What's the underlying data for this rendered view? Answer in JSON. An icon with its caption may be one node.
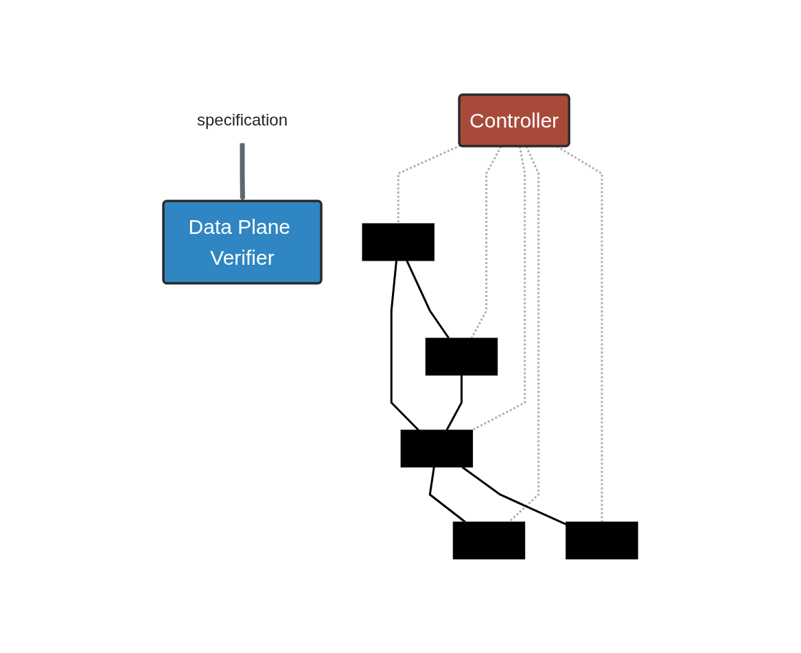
{
  "diagram": {
    "nodes": [
      {
        "text": [
          "Controller"
        ]
      },
      {
        "text": [
          "Data Plane Verifier"
        ]
      },
      {
        "text": [
          "specification"
        ]
      },
      {
        "text": [],
        "shape": "box"
      },
      {
        "text": [],
        "shape": "box"
      },
      {
        "text": [],
        "shape": "box"
      },
      {
        "text": [],
        "shape": "box"
      },
      {
        "text": [],
        "shape": "box"
      }
    ],
    "edges": [
      {
        "from": 2,
        "to": 1,
        "arrow": "to",
        "style": "thick",
        "color": "#5f6670"
      },
      {
        "from": 0,
        "to": 3,
        "arrow": "none",
        "style": "dashed",
        "color": "#b0b0b0"
      },
      {
        "from": 0,
        "to": 4,
        "arrow": "none",
        "style": "dashed",
        "color": "#b0b0b0"
      },
      {
        "from": 0,
        "to": 5,
        "arrow": "none",
        "style": "dashed",
        "color": "#b0b0b0"
      },
      {
        "from": 0,
        "to": 6,
        "arrow": "none",
        "style": "dashed",
        "color": "#b0b0b0"
      },
      {
        "from": 0,
        "to": 7,
        "arrow": "none",
        "style": "dashed",
        "color": "#b0b0b0"
      },
      {
        "from": 3,
        "to": 5,
        "arrow": "none",
        "color": "#000000"
      },
      {
        "from": 3,
        "to": 4,
        "arrow": "none",
        "color": "#000000"
      },
      {
        "from": 4,
        "to": 5,
        "arrow": "none",
        "color": "#000000"
      },
      {
        "from": 5,
        "to": 6,
        "arrow": "none",
        "color": "#000000"
      },
      {
        "from": 5,
        "to": 7,
        "arrow": "none",
        "color": "#000000"
      }
    ]
  }
}
